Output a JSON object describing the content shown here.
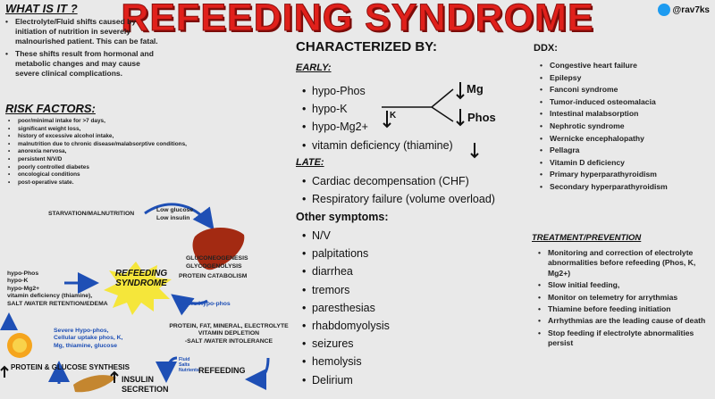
{
  "title": "REFEEDING SYNDROME",
  "handle": "@rav7ks",
  "what_is_it": {
    "heading": "WHAT IS IT ?",
    "items": [
      "Electrolyte/Fluid shifts caused by initiation of nutrition in severely malnourished patient. This can be fatal.",
      "These shifts result from hormonal and metabolic changes and may cause severe clinical complications."
    ]
  },
  "risk_factors": {
    "heading": "RISK FACTORS:",
    "items": [
      "poor/minimal intake for >7 days,",
      "significant weight loss,",
      "history of excessive alcohol intake,",
      "malnutrition due to chronic disease/malabsorptive conditions,",
      "anorexia nervosa,",
      "persistent N/V/D",
      " poorly controlled diabetes",
      "oncological conditions",
      "post-operative state."
    ]
  },
  "characterized": {
    "heading": "CHARACTERIZED BY:",
    "early_label": "EARLY:",
    "early_items": [
      "hypo-Phos",
      "hypo-K",
      "hypo-Mg2+",
      "vitamin deficiency (thiamine)"
    ],
    "mg_label": "Mg",
    "phos_label": "Phos",
    "k_label": "K",
    "late_label": "LATE:",
    "late_items": [
      "Cardiac decompensation (CHF)",
      "Respiratory failure (volume overload)"
    ],
    "other_label": "Other symptoms:",
    "other_items": [
      "N/V",
      "palpitations",
      "diarrhea",
      "tremors",
      "paresthesias",
      "rhabdomyolysis",
      "seizures",
      "hemolysis",
      "Delirium"
    ]
  },
  "ddx": {
    "heading": "DDX:",
    "items": [
      "Congestive heart failure",
      "Epilepsy",
      "Fanconi syndrome",
      "Tumor-induced osteomalacia",
      "Intestinal malabsorption",
      "Nephrotic syndrome",
      "Wernicke encephalopathy",
      "Pellagra",
      "Vitamin D deficiency",
      "Primary hyperparathyroidism",
      "Secondary hyperparathyroidism"
    ]
  },
  "treatment": {
    "heading": "TREATMENT/PREVENTION",
    "items": [
      "Monitoring and correction of electrolyte abnormalities before refeeding (Phos, K, Mg2+)",
      "Slow initial feeding,",
      " Monitor on telemetry  for arrythmias",
      "Thiamine before feeding initiation",
      "Arrhythmias are the leading cause of death",
      "Stop feeding if electrolyte abnormalities persist"
    ]
  },
  "flow": {
    "starvation": "STARVATION/MALNUTRITION",
    "low_glucose": "Low glucose",
    "low_insulin": "Low insulin",
    "gluco": "GLUCONEOGENESIS",
    "glyco": "GLYCOGENOLYSIS",
    "protein_cat": "PROTEIN CATABOLISM",
    "refeeding_syndrome_1": "REFEEDING",
    "refeeding_syndrome_2": "SYNDROME",
    "left_list": [
      "hypo-Phos",
      "hypo-K",
      "hypo-Mg2+",
      "vitamin deficiency (thiamine),",
      "SALT /WATER RETENTION/EDEMA"
    ],
    "severe_hypo_phos": "Severe Hypo-phos",
    "depletion_1": "PROTEIN, FAT, MINERAL, ELECTROLYTE",
    "depletion_2": "VITAMIN DEPLETION",
    "depletion_3": "-SALT /WATER INTOLERANCE",
    "uptake_1": "Severe Hypo-phos,",
    "uptake_2": "Cellular uptake phos, K,",
    "uptake_3": "Mg, thiamine, glucose",
    "fluid_1": "Fluid",
    "fluid_2": "Salts",
    "fluid_3": "Nutrients",
    "refeeding": "REFEEDING",
    "protein_glucose": "PROTEIN & GLUCOSE SYNTHESIS",
    "insulin_1": "INSULIN",
    "insulin_2": "SECRETION"
  },
  "colors": {
    "title_red": "#e0201b",
    "accent_blue": "#1e4fb5",
    "liver": "#a32a12",
    "starburst": "#f5e63a",
    "sun": "#f5a51d"
  }
}
